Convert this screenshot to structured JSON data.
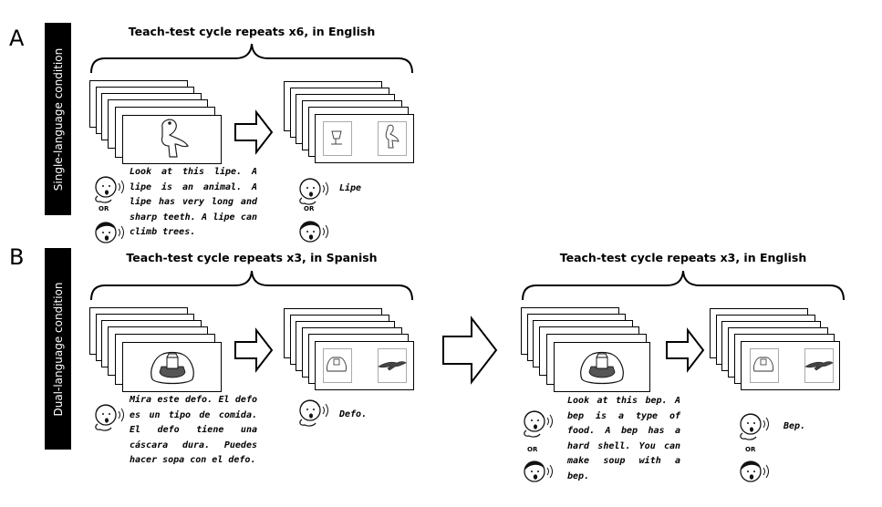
{
  "panels": [
    {
      "letter": "A",
      "condition": "Single-language condition",
      "cycles": [
        {
          "title": "Teach-test cycle repeats x6, in English",
          "script": "Look at this lipe. A lipe is an animal. A lipe has very long and sharp teeth. A lipe can climb trees.",
          "test_word": "Lipe",
          "or_label": "OR",
          "or_label_test": "OR"
        }
      ]
    },
    {
      "letter": "B",
      "condition": "Dual-language condition",
      "cycles": [
        {
          "title": "Teach-test cycle repeats x3, in Spanish",
          "script": "Mira este defo. El defo es un tipo de comida. El defo tiene una cáscara dura. Puedes hacer sopa con el defo.",
          "test_word": "Defo."
        },
        {
          "title": "Teach-test cycle repeats x3, in English",
          "script": "Look at this bep. A bep is a type of food. A bep has a hard shell. You can make soup with a bep.",
          "test_word": "Bep.",
          "or_label": "OR",
          "or_label_test": "OR"
        }
      ]
    }
  ],
  "icons": [
    "child-speaker-icon",
    "adult-speaker-icon",
    "right-arrow-icon",
    "novel-animal-icon",
    "novel-food-icon"
  ]
}
